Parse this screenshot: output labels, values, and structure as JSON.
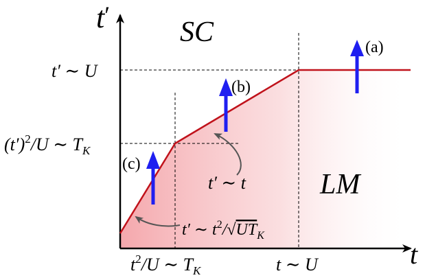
{
  "axes": {
    "y_symbol": "t",
    "y_prime": "′",
    "x_symbol": "t"
  },
  "regions": {
    "sc": "SC",
    "lm": "LM"
  },
  "y_ticks": {
    "upper": {
      "lhs": "t′ ∼ U"
    },
    "lower": {
      "lhs_base": "(t′)",
      "lhs_sup": "2",
      "lhs_rest": "/U ∼ T",
      "lhs_sub": "K"
    }
  },
  "x_ticks": {
    "left": {
      "base": "t",
      "sup": "2",
      "rest": "/U ∼ T",
      "sub": "K"
    },
    "right": {
      "text": "t ∼ U"
    }
  },
  "annotations": {
    "linear": "t′ ∼ t",
    "quadratic": {
      "a": "t′ ∼ t",
      "sup": "2",
      "b": "/",
      "sqrt": "UT",
      "sub": "K"
    }
  },
  "markers": {
    "a": "(a)",
    "b": "(b)",
    "c": "(c)"
  },
  "colors": {
    "curve": "#c0121b",
    "fill": "#f4a3a8",
    "arrow": "#1f1ff0",
    "axis": "#000000",
    "dashed": "#000000",
    "annotation_arrow": "#555555"
  }
}
